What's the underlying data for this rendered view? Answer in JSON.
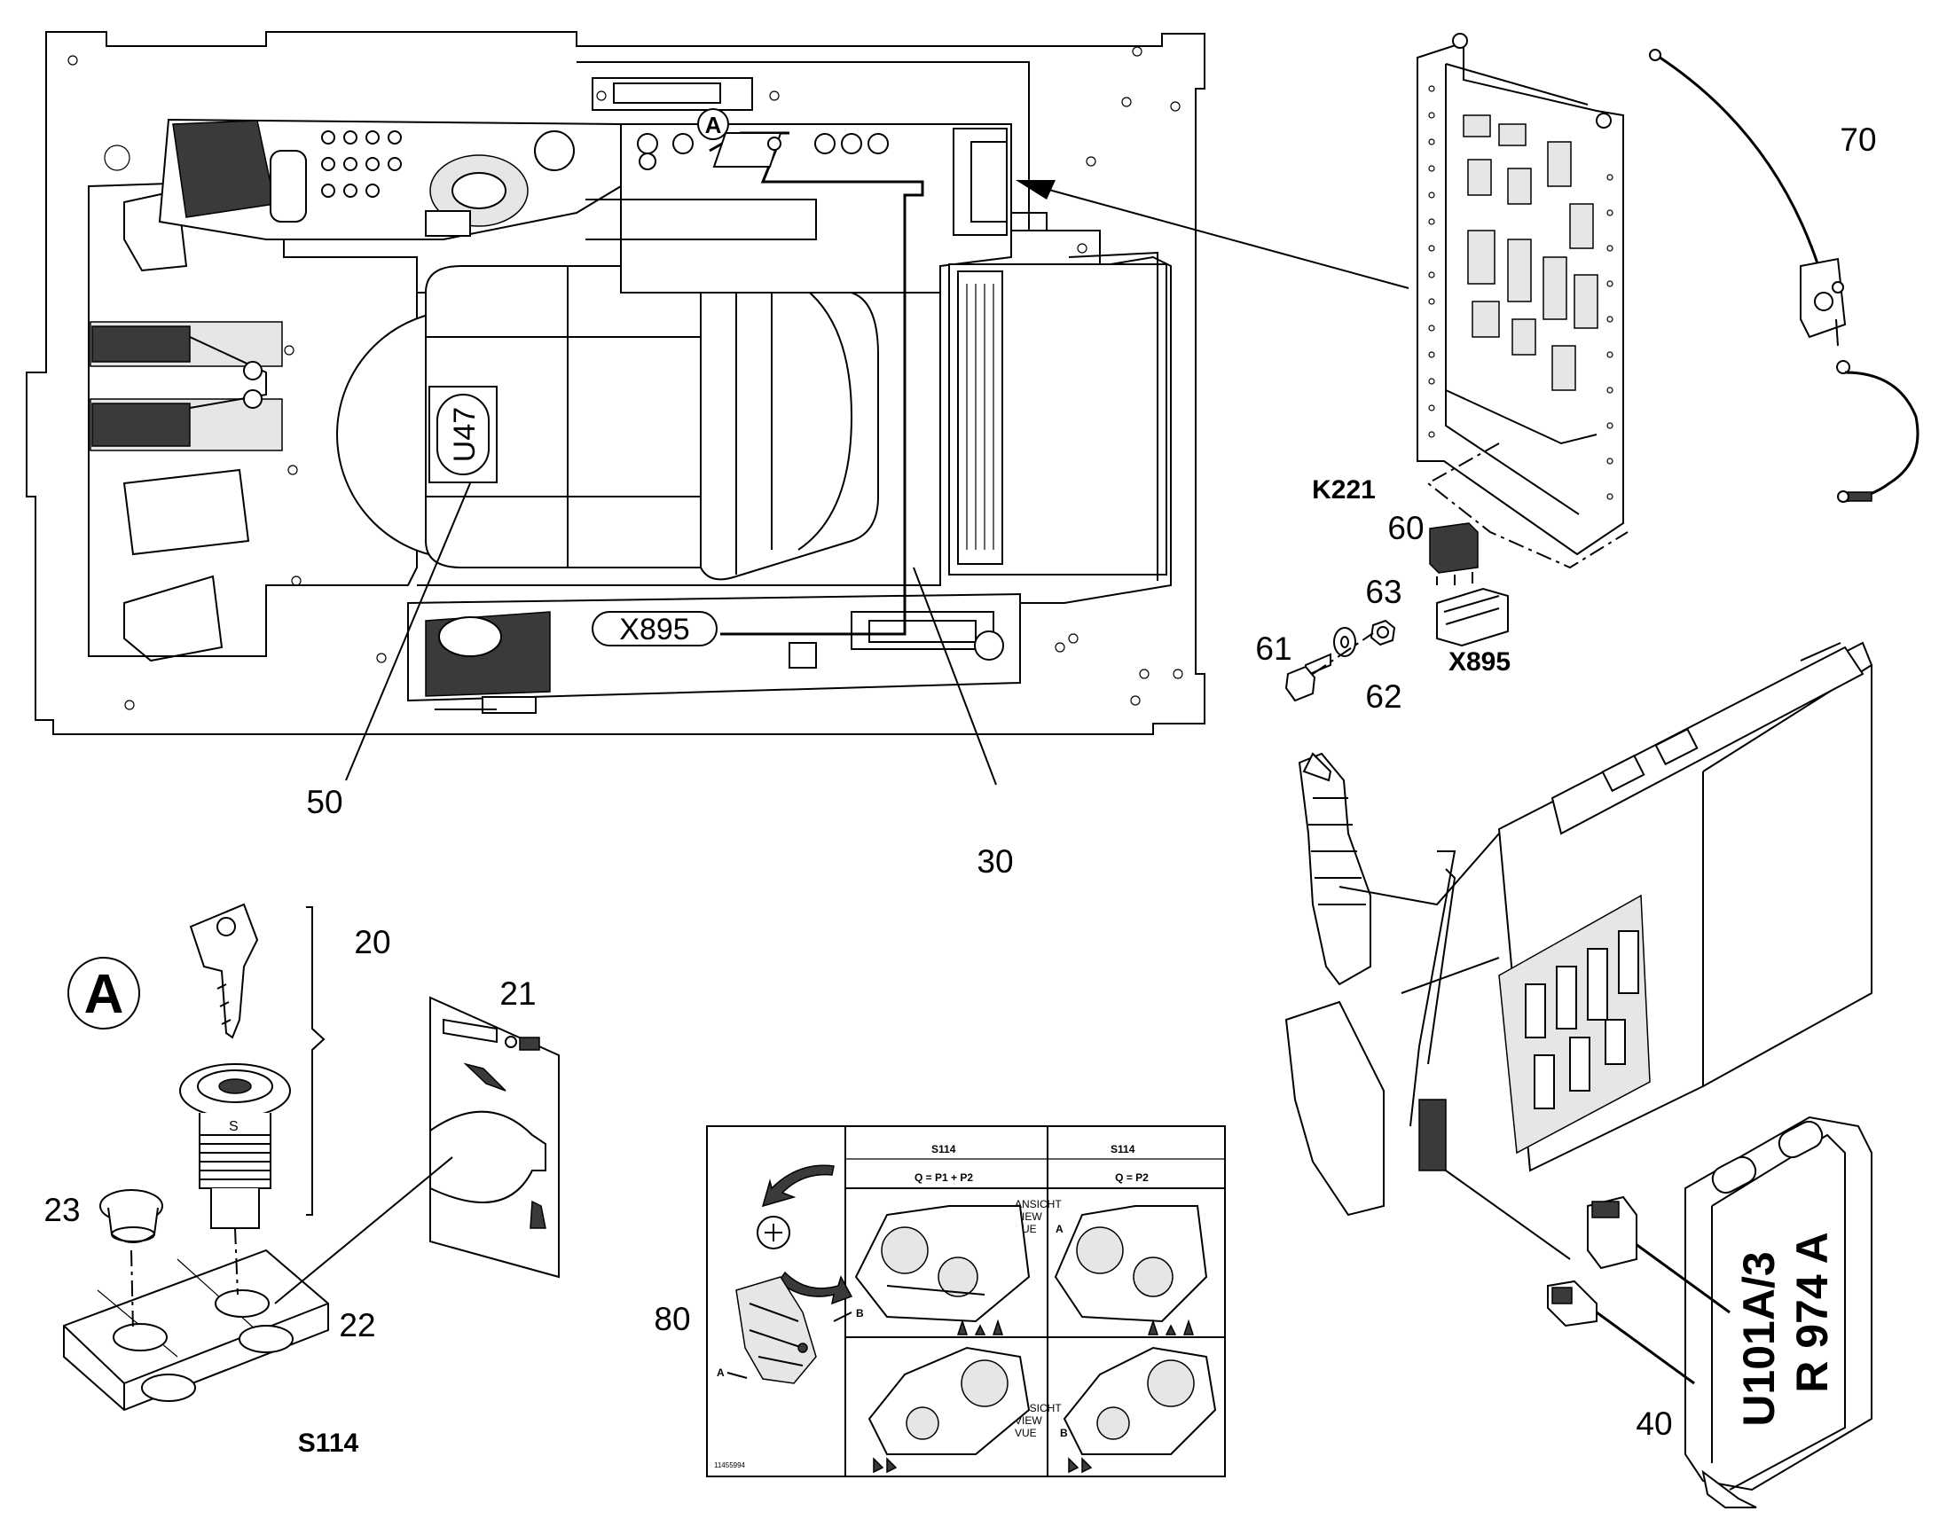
{
  "callouts": {
    "c20": "20",
    "c21": "21",
    "c22": "22",
    "c23": "23",
    "c30": "30",
    "c40": "40",
    "c50": "50",
    "c60": "60",
    "c61": "61",
    "c62": "62",
    "c63": "63",
    "c70": "70",
    "c80": "80"
  },
  "component_labels": {
    "u47": "U47",
    "x895_boxed": "X895",
    "x895": "X895",
    "k221": "K221",
    "s114": "S114",
    "detail_a": "A",
    "detail_a_marker": "A"
  },
  "module_tag": {
    "line1": "U101A/3",
    "line2": "R 974 A"
  },
  "decal": {
    "col1_title": "S114",
    "col2_title": "S114",
    "col1_formula": "Q = P1 + P2",
    "col2_formula": "Q = P2",
    "view_top": [
      "ANSICHT",
      "VIEW",
      "VUE"
    ],
    "view_bottom": [
      "ANSICHT",
      "VIEW",
      "VUE"
    ],
    "mark_a": "A",
    "mark_b": "B",
    "mark_a2": "A",
    "mark_b2": "B",
    "part_number": "11455994"
  }
}
